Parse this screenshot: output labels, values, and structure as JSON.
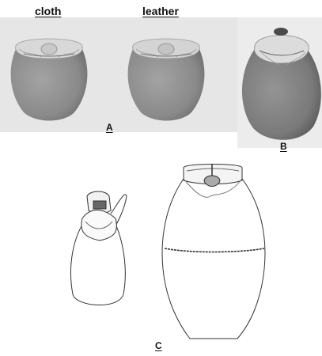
{
  "labels": {
    "cloth": "cloth",
    "leather": "leather",
    "a": "A",
    "b": "B",
    "c": "C"
  },
  "colors": {
    "photo_bg": "#e8e8e8",
    "jar_body": "#8f8f8f",
    "jar_shadow": "#6f6f6f",
    "cover": "#cfcfcf",
    "line": "#333333"
  }
}
